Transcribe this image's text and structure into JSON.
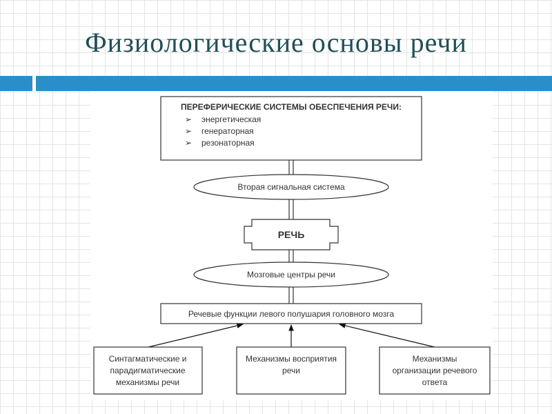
{
  "title": "Физиологические основы речи",
  "colors": {
    "title": "#1f4f58",
    "band": "#2a8fc8",
    "line": "#333333"
  },
  "diagram": {
    "peripheral": {
      "heading": "ПЕРЕФЕРИЧЕСКИЕ СИСТЕМЫ ОБЕСПЕЧЕНИЯ РЕЧИ:",
      "items": [
        "энергетическая",
        "генераторная",
        "резонаторная"
      ]
    },
    "second_signal_system": "Вторая сигнальная система",
    "speech": "РЕЧЬ",
    "brain_centers": "Мозговые центры речи",
    "left_hemisphere": "Речевые функции левого полушария головного мозга",
    "mechanisms": [
      {
        "lines": [
          "Синтагматические и",
          "парадигматические",
          "механизмы речи"
        ]
      },
      {
        "lines": [
          "Механизмы восприятия",
          "речи"
        ]
      },
      {
        "lines": [
          "Механизмы",
          "организации речевого",
          "ответа"
        ]
      }
    ]
  }
}
